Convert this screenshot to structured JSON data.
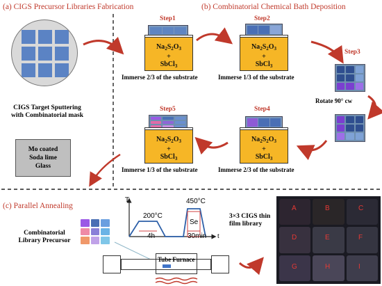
{
  "sections": {
    "a": "(a) CIGS Precursor Libraries Fabrication",
    "b": "(b) Combinatorial Chemical Bath Deposition",
    "c": "(c) Parallel Annealing"
  },
  "sputter_caption": [
    "CIGS Target Sputtering",
    "with  Combinatorial mask"
  ],
  "substrate_box": [
    "Mo coated",
    "Soda lime",
    "Glass"
  ],
  "chem": {
    "l1a": "Na",
    "l1b": "2",
    "l1c": "S",
    "l1d": "2",
    "l1e": "O",
    "l1f": "3",
    "plus": "+",
    "l3a": "SbCl",
    "l3b": "3"
  },
  "steps": {
    "s1": {
      "label": "Step1",
      "caption": "Immerse 2/3 of the substrate"
    },
    "s2": {
      "label": "Step2",
      "caption": "Immerse 1/3 of the substrate"
    },
    "s3": {
      "label": "Step3",
      "caption": "Rotate 90° cw"
    },
    "s4": {
      "label": "Step4",
      "caption": "Immerse 2/3 of the substrate"
    },
    "s5": {
      "label": "Step5",
      "caption": "Immerse 1/3 of the substrate"
    }
  },
  "annealing": {
    "precursor_label": [
      "Combinatorial",
      "Library Precursor"
    ],
    "axis_t_vertical": "T",
    "axis_t_horizontal": "t",
    "temp1": "200°C",
    "temp2": "450°C",
    "dur1": "4h",
    "dur2": "30min",
    "se": "Se",
    "furnace": "Tube Furnace"
  },
  "library": {
    "label": [
      "3×3 CIGS thin",
      "film library"
    ],
    "cells": [
      "A",
      "B",
      "C",
      "D",
      "E",
      "F",
      "G",
      "H",
      "I"
    ]
  },
  "colors": {
    "red": "#c0392b",
    "beaker": "#f6b626",
    "mask_blue": "#6f8fb0"
  }
}
